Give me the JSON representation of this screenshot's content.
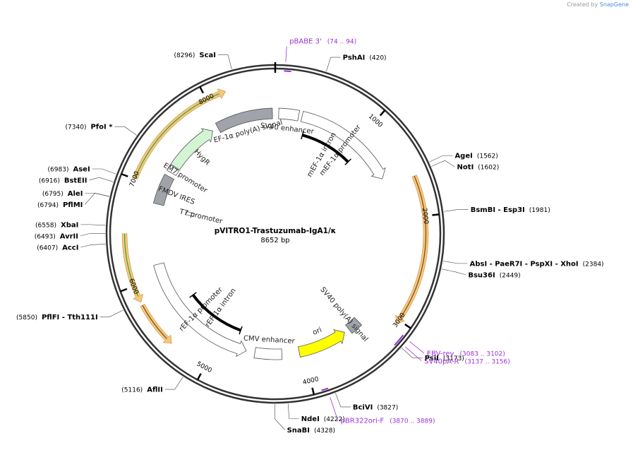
{
  "credit": {
    "prefix": "Created by",
    "brand": "SnapGene"
  },
  "plasmid": {
    "name": "pVITRO1-Trastuzumab-IgA1/κ",
    "length_label": "8652 bp",
    "length": 8652
  },
  "ticks": [
    {
      "pos": 1000,
      "label": "1000"
    },
    {
      "pos": 2000,
      "label": "2000"
    },
    {
      "pos": 3000,
      "label": "3000"
    },
    {
      "pos": 4000,
      "label": "4000"
    },
    {
      "pos": 5000,
      "label": "5000"
    },
    {
      "pos": 6000,
      "label": "6000"
    },
    {
      "pos": 7000,
      "label": "7000"
    },
    {
      "pos": 8000,
      "label": "8000"
    }
  ],
  "features": [
    {
      "name": "SV40 enhancer",
      "start": 40,
      "end": 270,
      "ring": "inner",
      "kind": "box",
      "color": "#ffffff",
      "dir": 0
    },
    {
      "name": "mEF-1α promoter",
      "start": 310,
      "end": 1510,
      "ring": "inner",
      "kind": "arrow",
      "color": "#ffffff",
      "dir": 1
    },
    {
      "name": "mEF-1α intron",
      "start": 370,
      "end": 1090,
      "ring": "intron",
      "kind": "intron",
      "color": "#000000",
      "dir": 0
    },
    {
      "name": "SV40 poly(A) signal",
      "start": 3280,
      "end": 3420,
      "ring": "inner",
      "kind": "box",
      "color": "#a0a4aa",
      "dir": 0
    },
    {
      "name": "ori",
      "start": 3480,
      "end": 4050,
      "ring": "inner",
      "kind": "arrow",
      "color": "#ffff00",
      "dir": -1
    },
    {
      "name": "CMV enhancer",
      "start": 4250,
      "end": 4560,
      "ring": "inner",
      "kind": "box",
      "color": "#ffffff",
      "dir": 0
    },
    {
      "name": "rEF-1α promoter",
      "start": 4660,
      "end": 6140,
      "ring": "inner",
      "kind": "arrow",
      "color": "#ffffff",
      "dir": -1
    },
    {
      "name": "rEF-1α intron",
      "start": 4800,
      "end": 5610,
      "ring": "intron",
      "kind": "intron",
      "color": "#000000",
      "dir": 0
    },
    {
      "name": "T7 promoter",
      "start": 6780,
      "end": 6830,
      "ring": "t7",
      "kind": "box",
      "color": "#ffffff",
      "dir": 0
    },
    {
      "name": "FMDV IRES",
      "start": 6830,
      "end": 7170,
      "ring": "inner",
      "kind": "box",
      "color": "#a0a4aa",
      "dir": 0
    },
    {
      "name": "EM7 promoter",
      "start": 7220,
      "end": 7290,
      "ring": "inner",
      "kind": "box",
      "color": "#ffffff",
      "dir": 0
    },
    {
      "name": "HygR",
      "start": 7300,
      "end": 7900,
      "ring": "inner",
      "kind": "arrow",
      "color": "#d4f5d4",
      "dir": 1
    },
    {
      "name": "EF-1α poly(A) signal",
      "start": 7970,
      "end": 8620,
      "ring": "inner",
      "kind": "box",
      "color": "#a0a4aa",
      "dir": 0
    }
  ],
  "orfs": [
    {
      "start": 1620,
      "end": 3040,
      "dir": 1,
      "color": "#f5c77e",
      "inner": ""
    },
    {
      "start": 5370,
      "end": 5810,
      "dir": -1,
      "color": "#f5c77e",
      "inner": ""
    },
    {
      "start": 5840,
      "end": 6490,
      "dir": -1,
      "color": "#f5c77e",
      "inner": "#3aa33a"
    },
    {
      "start": 7010,
      "end": 8190,
      "dir": 1,
      "color": "#f5c77e",
      "inner": "#3aa33a"
    }
  ],
  "sites": [
    {
      "name": "ScaI",
      "pos": 8296,
      "label": "(8296)"
    },
    {
      "name": "PshAI",
      "pos": 420,
      "label": "(420)"
    },
    {
      "name": "AgeI",
      "pos": 1562,
      "label": "(1562)"
    },
    {
      "name": "NotI",
      "pos": 1602,
      "label": "(1602)"
    },
    {
      "name": "BsmBI - Esp3I",
      "pos": 1981,
      "label": "(1981)"
    },
    {
      "name": "AbsI - PaeR7I - PspXI - XhoI",
      "pos": 2384,
      "label": "(2384)"
    },
    {
      "name": "Bsu36I",
      "pos": 2449,
      "label": "(2449)"
    },
    {
      "name": "PsiI",
      "pos": 3173,
      "label": "(3173)"
    },
    {
      "name": "BciVI",
      "pos": 3827,
      "label": "(3827)"
    },
    {
      "name": "NdeI",
      "pos": 4222,
      "label": "(4222)"
    },
    {
      "name": "SnaBI",
      "pos": 4328,
      "label": "(4328)"
    },
    {
      "name": "AflII",
      "pos": 5116,
      "label": "(5116)"
    },
    {
      "name": "PflFI - Tth111I",
      "pos": 5850,
      "label": "(5850)"
    },
    {
      "name": "AccI",
      "pos": 6407,
      "label": "(6407)"
    },
    {
      "name": "AvrII",
      "pos": 6493,
      "label": "(6493)"
    },
    {
      "name": "XbaI",
      "pos": 6558,
      "label": "(6558)"
    },
    {
      "name": "PflMI",
      "pos": 6794,
      "label": "(6794)"
    },
    {
      "name": "AleI",
      "pos": 6795,
      "label": "(6795)"
    },
    {
      "name": "BstEII",
      "pos": 6916,
      "label": "(6916)"
    },
    {
      "name": "AseI",
      "pos": 6983,
      "label": "(6983)"
    },
    {
      "name": "PfoI *",
      "pos": 7340,
      "label": "(7340)"
    }
  ],
  "primers": [
    {
      "name": "pBABE 3'",
      "range": "(74 .. 94)",
      "start": 74,
      "end": 94,
      "color": "#9b30d8"
    },
    {
      "name": "EBV-rev",
      "range": "(3083 .. 3102)",
      "start": 3083,
      "end": 3102,
      "color": "#9b30d8"
    },
    {
      "name": "SV40pA-R",
      "range": "(3137 .. 3156)",
      "start": 3137,
      "end": 3156,
      "color": "#9b30d8"
    },
    {
      "name": "pBR322ori-F",
      "range": "(3870 .. 3889)",
      "start": 3870,
      "end": 3889,
      "color": "#9b30d8"
    }
  ]
}
